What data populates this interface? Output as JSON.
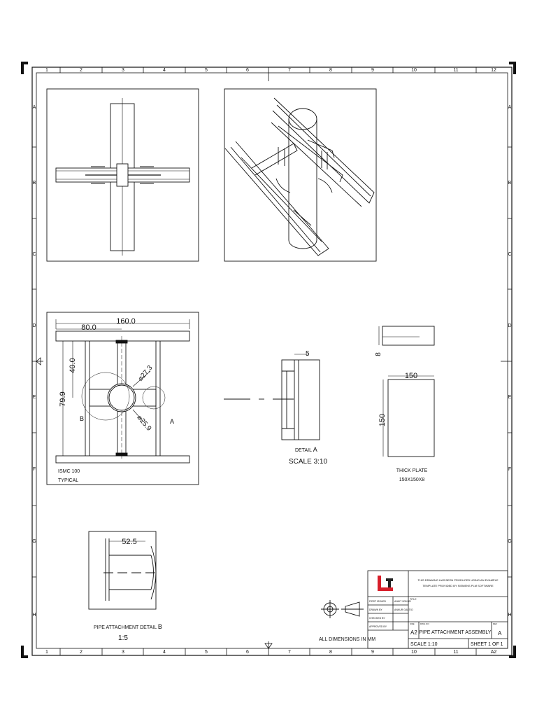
{
  "grid": {
    "columns": [
      "1",
      "2",
      "3",
      "4",
      "5",
      "6",
      "7",
      "8",
      "9",
      "10",
      "11",
      "12"
    ],
    "rows": [
      "A",
      "B",
      "C",
      "D",
      "E",
      "F",
      "G",
      "H"
    ]
  },
  "views": {
    "section": {
      "dim_overall": "160.0",
      "dim_half": "80.0",
      "dim_vertical": "79.9",
      "dim_upper": "40.0",
      "dia_outer": "⌀27.3",
      "dia_inner": "⌀25.9",
      "label_b": "B",
      "label_a": "A",
      "channel_note_1": "ISMC 100",
      "channel_note_2": "TYPICAL"
    },
    "detail_a": {
      "dim": "5",
      "caption_prefix": "DETAIL",
      "caption_letter": "A",
      "scale": "SCALE 3:10"
    },
    "plate": {
      "dim_thickness": "8",
      "dim_width": "150",
      "dim_height": "150",
      "caption_1": "THICK PLATE",
      "caption_2": "150X150X8"
    },
    "detail_b": {
      "dim": "52.5",
      "caption_prefix": "PIPE ATTACHMENT DETAIL",
      "caption_letter": "B",
      "scale": "1:5"
    }
  },
  "notes": {
    "units": "ALL DIMENSIONS IN MM"
  },
  "title_block": {
    "disclaimer_1": "THIS DRAWING HAS BEEN PRODUCED USING AN EXAMPLE",
    "disclaimer_2": "TEMPLATE PROVIDED BY SIEMENS PLM SOFTWARE",
    "rows": [
      {
        "label": "FIRST ISSUED",
        "value": "ANKIT SOKLEI"
      },
      {
        "label": "DRAWN BY",
        "value": "ANKUR GAUTIO"
      },
      {
        "label": "CHECKED BY",
        "value": ""
      },
      {
        "label": "APPROVED BY",
        "value": ""
      }
    ],
    "title_field": "TITLE",
    "size_header": "SIZE",
    "dwg_header": "DWG NO",
    "rev_header": "REV",
    "size": "A2",
    "title": "PIPE ATTACHMENT ASSEMBLY",
    "rev": "A",
    "scale": "SCALE 1:10",
    "sheet": "SHEET 1 OF 1",
    "corner_size": "A2"
  },
  "colors": {
    "line": "#111111",
    "logo_red": "#d81e2a",
    "logo_dark": "#222222"
  }
}
